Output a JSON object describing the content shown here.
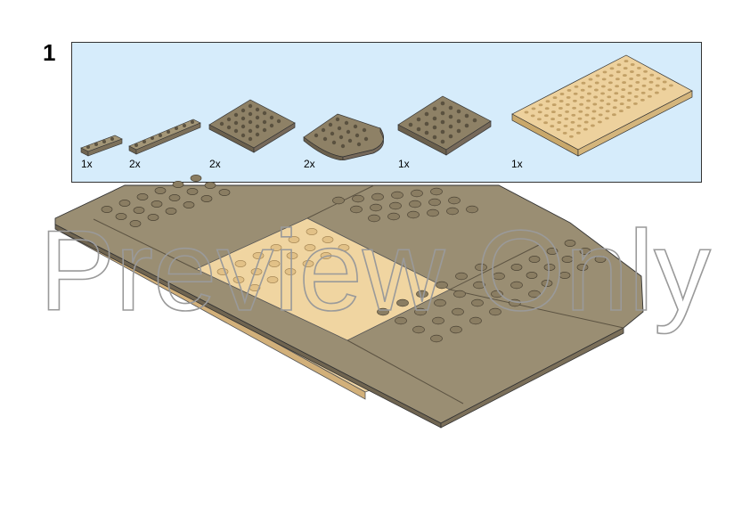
{
  "step": {
    "number": "1"
  },
  "parts": [
    {
      "name": "plate-1x4-dark-tan",
      "quantity": "1x",
      "color": "#8a7d62"
    },
    {
      "name": "plate-1x8-dark-tan",
      "quantity": "2x",
      "color": "#8a7d62"
    },
    {
      "name": "plate-6x6-dark-tan",
      "quantity": "2x",
      "color": "#8a7d62"
    },
    {
      "name": "plate-round-corner-6x6-dark-tan",
      "quantity": "2x",
      "color": "#8a7d62"
    },
    {
      "name": "plate-6x6-dark-tan-b",
      "quantity": "1x",
      "color": "#8a7d62"
    },
    {
      "name": "plate-8x16-tan",
      "quantity": "1x",
      "color": "#e8c98f"
    }
  ],
  "watermark": {
    "text": "Preview Only"
  },
  "colors": {
    "panel": "#d6ecfb",
    "dark_tan": "#8a7d62",
    "tan": "#e8c98f"
  }
}
